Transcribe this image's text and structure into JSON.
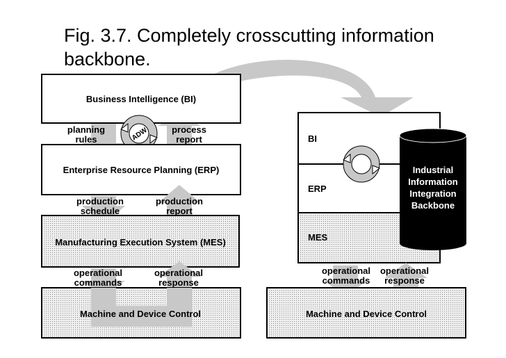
{
  "title": {
    "line1": "Fig. 3.7. Completely crosscutting information",
    "line2": "backbone."
  },
  "left": {
    "bi": "Business Intelligence (BI)",
    "erp": "Enterprise Resource Planning (ERP)",
    "mes": "Manufacturing Execution System (MES)",
    "mdc": "Machine and Device Control",
    "planning_rules": [
      "planning",
      "rules"
    ],
    "process_report": [
      "process",
      "report"
    ],
    "adw": "ADW",
    "production_schedule": [
      "production",
      "schedule"
    ],
    "production_report": [
      "production",
      "report"
    ],
    "operational_commands": [
      "operational",
      "commands"
    ],
    "operational_response": [
      "operational",
      "response"
    ]
  },
  "right": {
    "bi": "BI",
    "erp": "ERP",
    "mes": "MES",
    "backbone": [
      "Industrial",
      "Information",
      "Integration",
      "Backbone"
    ],
    "operational_commands": [
      "operational",
      "commands"
    ],
    "operational_response": [
      "operational",
      "response"
    ],
    "mdc": "Machine and Device Control"
  },
  "colors": {
    "arrow": "#c8c8c8",
    "box_border": "#000000",
    "cylinder": "#000000",
    "dotted_fill": "#e6e6e6"
  },
  "icons": [
    "cycle-arrows-icon",
    "transfer-arrow-icon"
  ]
}
